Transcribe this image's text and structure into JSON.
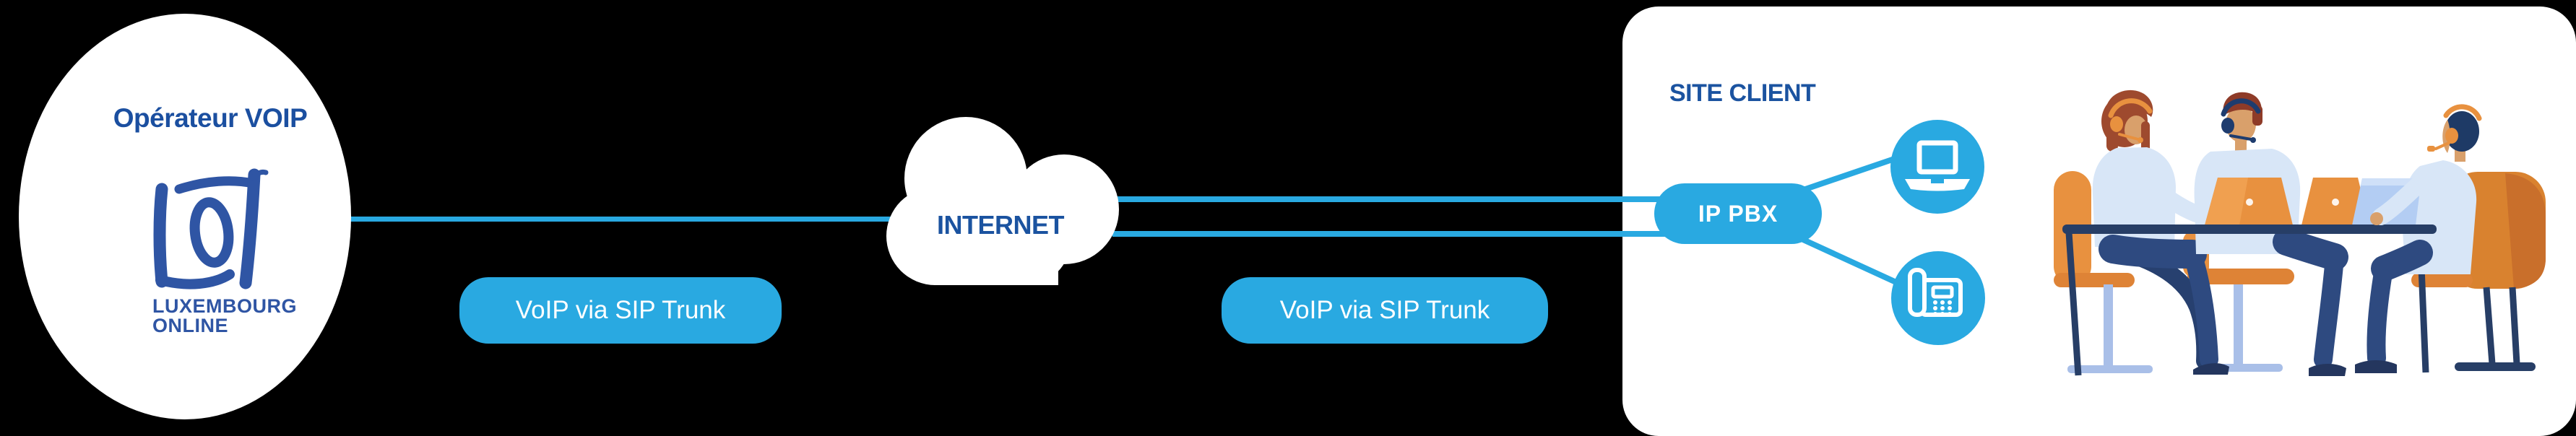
{
  "operator": {
    "title": "Opérateur VOIP",
    "logo_line1": "LUXEMBOURG",
    "logo_line2": "ONLINE",
    "logo_icon": "luxembourg-online-brush-logo"
  },
  "links": {
    "left_pill": "VoIP via SIP Trunk",
    "right_pill": "VoIP via SIP Trunk"
  },
  "cloud": {
    "label": "INTERNET"
  },
  "site": {
    "title": "SITE CLIENT",
    "pbx_label": "IP PBX",
    "devices": [
      {
        "icon": "laptop-icon"
      },
      {
        "icon": "desk-phone-icon"
      }
    ],
    "illustration": "three-agents-with-headsets-at-desk"
  },
  "colors": {
    "background": "#000000",
    "accent_blue": "#29A9E1",
    "heading_navy": "#1B53A0",
    "logo_blue": "#2F55A4",
    "panel_white": "#FFFFFF",
    "table_navy": "#273E66",
    "shirt_light_blue": "#D8E6F7",
    "chair_orange": "#E8913F",
    "skin_tone": "#D9A06B"
  }
}
